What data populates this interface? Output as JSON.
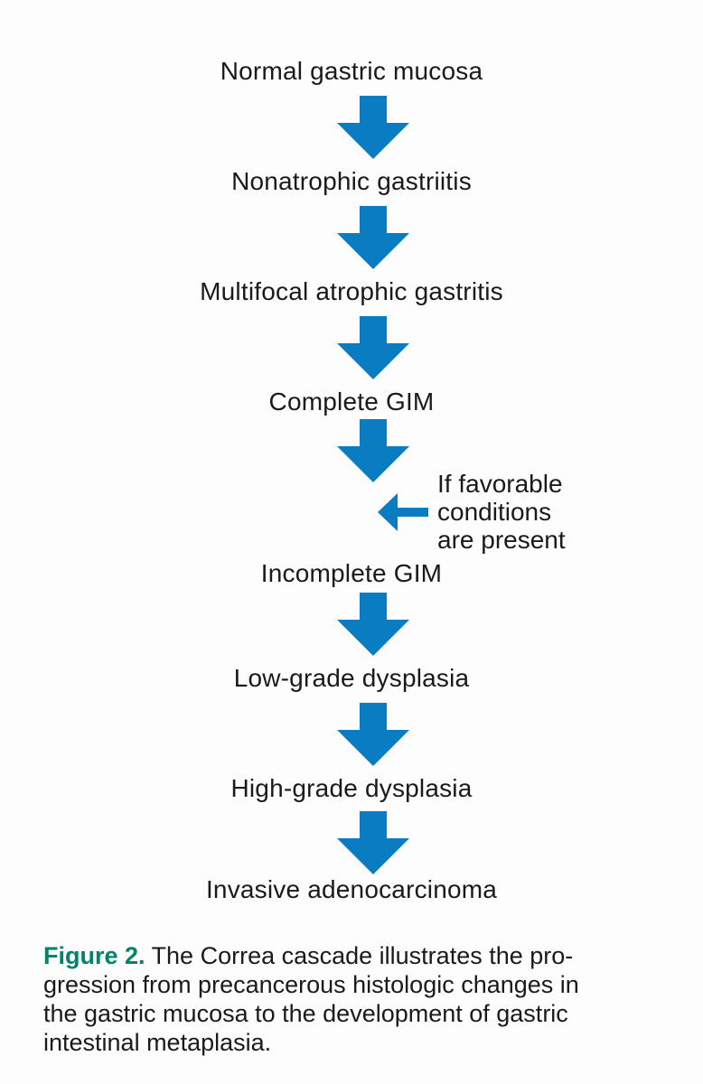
{
  "diagram": {
    "stages": [
      "Normal gastric mucosa",
      "Nonatrophic gastriitis",
      "Multifocal atrophic gastritis",
      "Complete GIM",
      "Incomplete GIM",
      "Low-grade dysplasia",
      "High-grade dysplasia",
      "Invasive adenocarcinoma"
    ],
    "side_note": {
      "lines": [
        "If favorable",
        "conditions",
        "are present"
      ]
    },
    "arrow_color": "#0a7cc2"
  },
  "caption": {
    "label": "Figure 2.",
    "lines": [
      " The Correa cascade illustrates the pro-",
      "gression from precancerous histologic changes in",
      "the gastric mucosa to the development of gastric",
      "intestinal metaplasia."
    ],
    "label_color": "#00836b"
  }
}
